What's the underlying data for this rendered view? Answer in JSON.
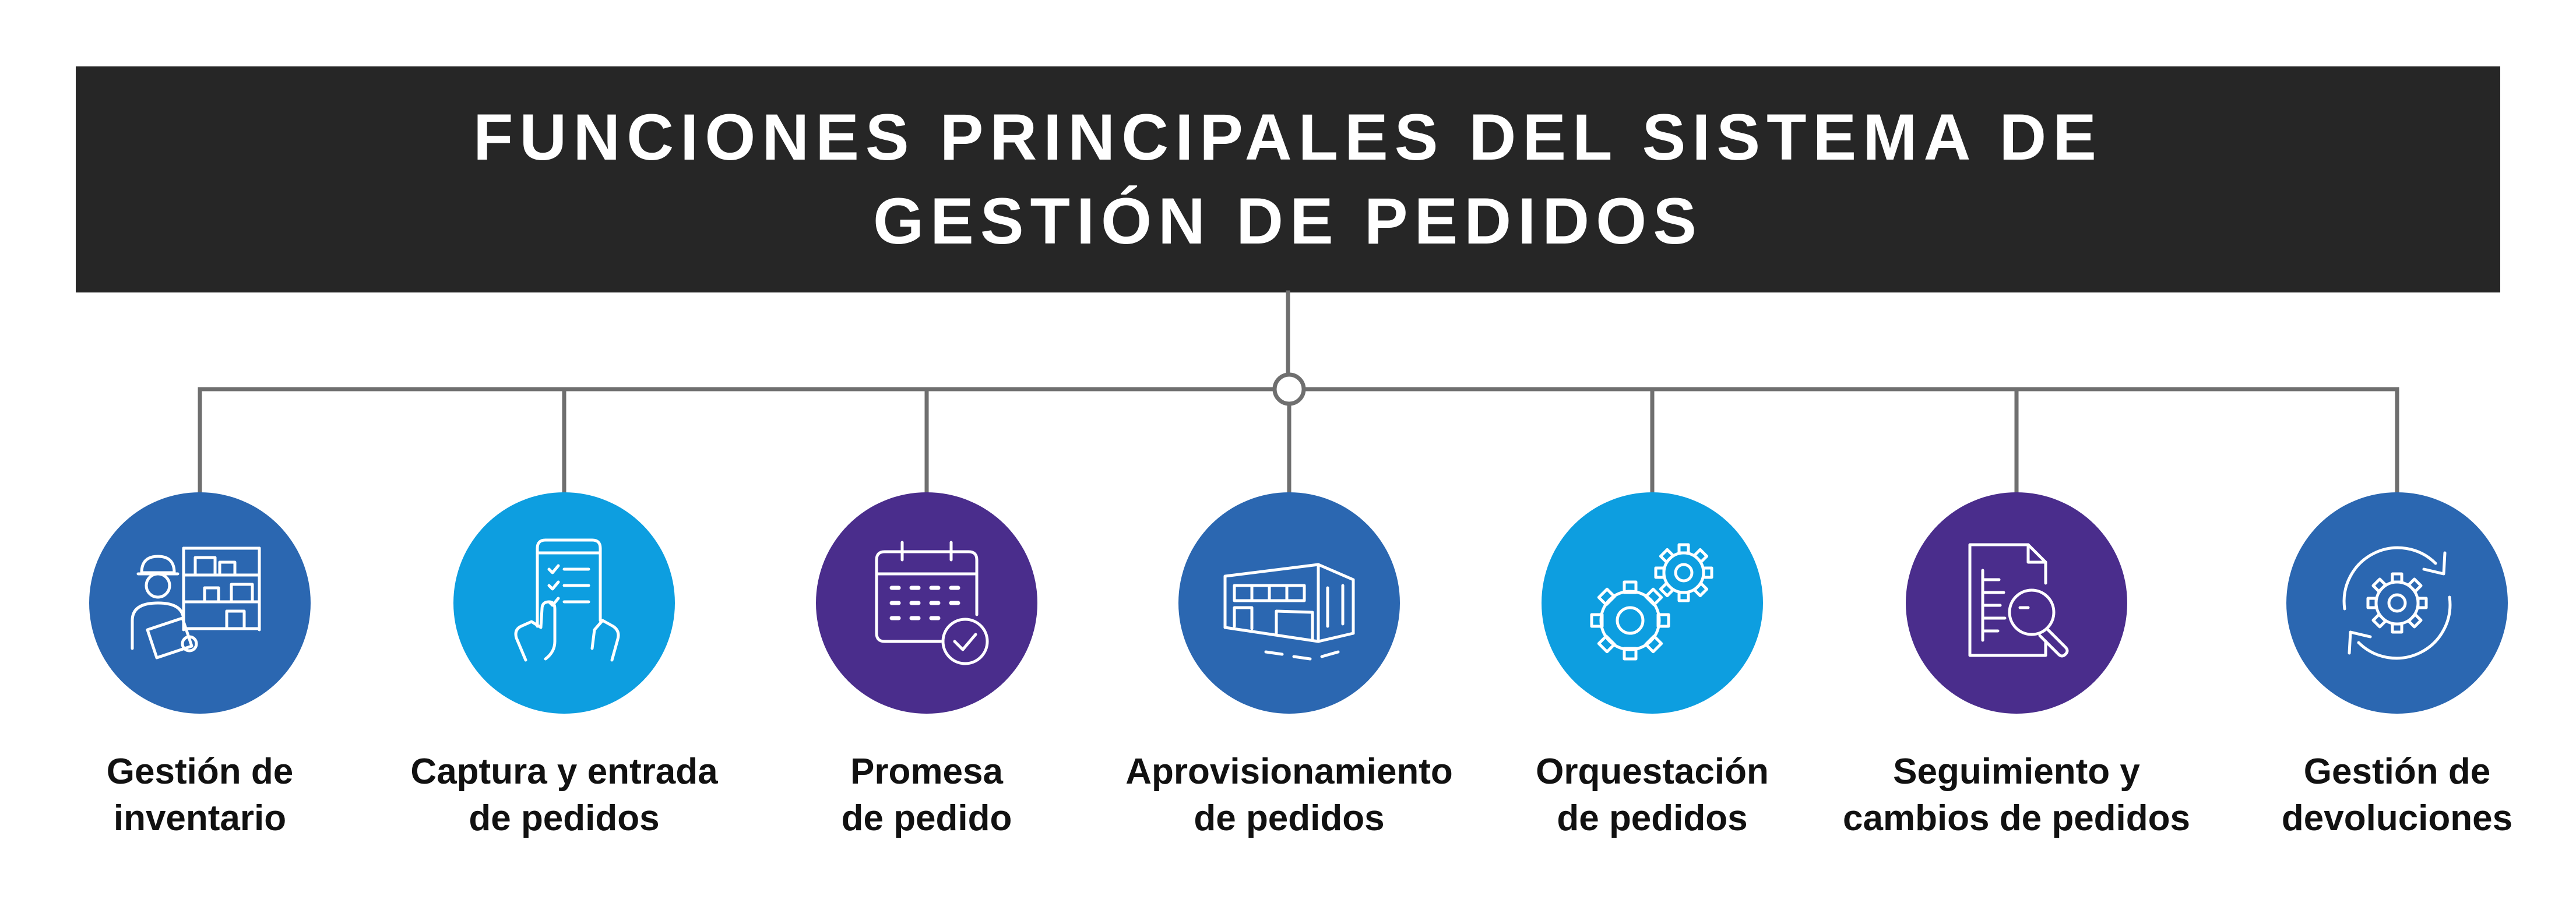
{
  "title": {
    "line1": "FUNCIONES PRINCIPALES DEL SISTEMA DE",
    "line2": "GESTIÓN DE PEDIDOS"
  },
  "colors": {
    "title_bar": "#262626",
    "connector": "#6f6f6f",
    "blue": "#2b67b1",
    "cyan": "#0d9ee0",
    "purple": "#4a2d8c"
  },
  "functions": [
    {
      "line1": "Gestión de",
      "line2": "inventario",
      "icon": "warehouse-worker-icon",
      "color": "#2b67b1"
    },
    {
      "line1": "Captura y entrada",
      "line2": "de pedidos",
      "icon": "tablet-checklist-icon",
      "color": "#0d9ee0"
    },
    {
      "line1": "Promesa",
      "line2": "de pedido",
      "icon": "calendar-check-icon",
      "color": "#4a2d8c"
    },
    {
      "line1": "Aprovisionamiento",
      "line2": "de pedidos",
      "icon": "warehouse-building-icon",
      "color": "#2b67b1"
    },
    {
      "line1": "Orquestación",
      "line2": "de pedidos",
      "icon": "gears-icon",
      "color": "#0d9ee0"
    },
    {
      "line1": "Seguimiento y",
      "line2": "cambios de pedidos",
      "icon": "document-search-icon",
      "color": "#4a2d8c"
    },
    {
      "line1": "Gestión de",
      "line2": "devoluciones",
      "icon": "gear-cycle-icon",
      "color": "#2b67b1"
    }
  ]
}
